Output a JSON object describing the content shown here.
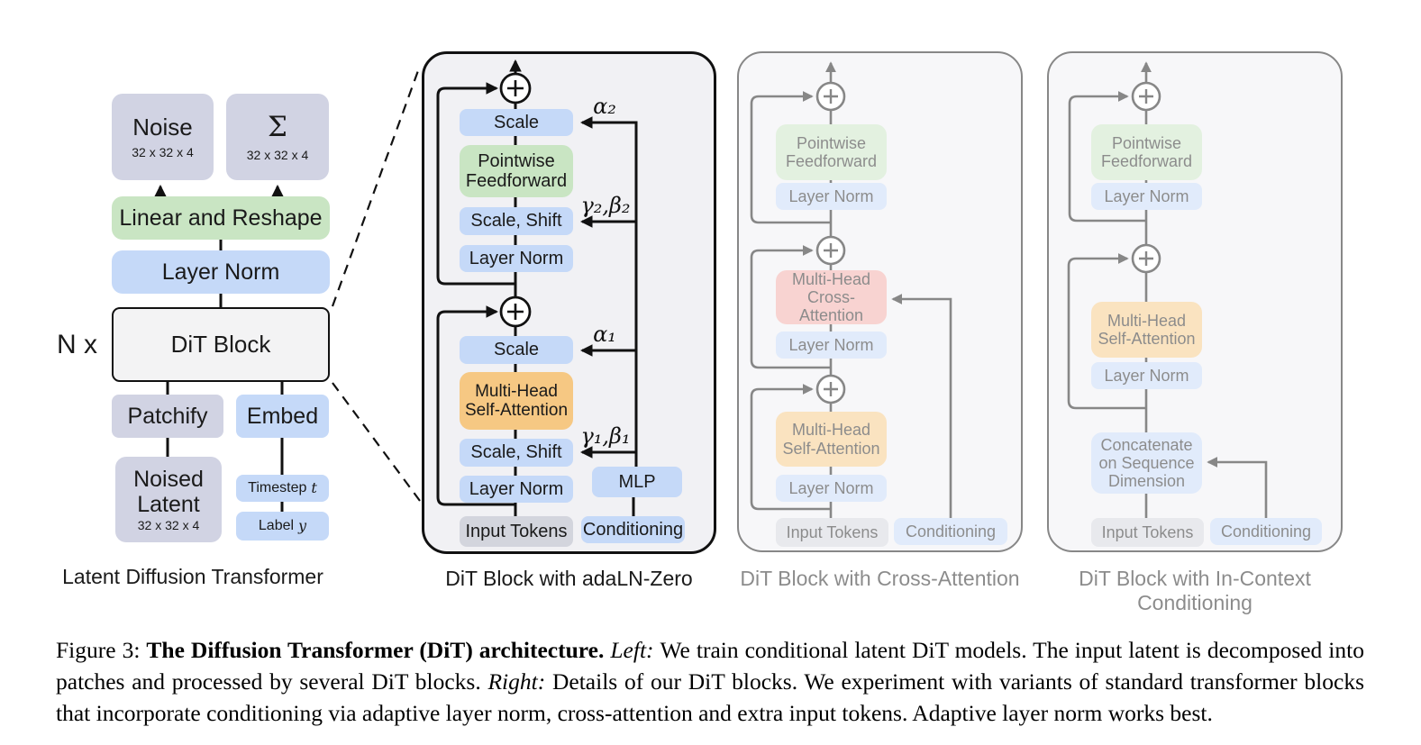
{
  "palette": {
    "box_blue": "#c5d9f8",
    "box_green": "#c9e5c3",
    "box_orange": "#f6c883",
    "box_red": "#f2a9a4",
    "box_lavender": "#d1d3e3",
    "box_gray": "#d3d5dd",
    "panel_bg": "#f1f1f4",
    "dit_bg": "#f3f3f4",
    "line_dark": "#111111"
  },
  "left_panel": {
    "caption": "Latent Diffusion Transformer",
    "repeat_label": "N x",
    "noise": {
      "title": "Noise",
      "dims": "32 x 32 x 4"
    },
    "sigma": {
      "title": "Σ",
      "dims": "32 x 32 x 4"
    },
    "linear_reshape": "Linear and Reshape",
    "layer_norm": "Layer Norm",
    "dit_block": "DiT Block",
    "patchify": "Patchify",
    "embed": "Embed",
    "noised_latent": {
      "title": "Noised Latent",
      "dims": "32 x 32 x 4"
    },
    "timestep": {
      "text": "Timestep",
      "var": "t"
    },
    "label": {
      "text": "Label",
      "var": "y"
    }
  },
  "adaln_panel": {
    "caption": "DiT Block with adaLN-Zero",
    "scale_top": "Scale",
    "pointwise_feedforward": "Pointwise Feedforward",
    "scale_shift_top": "Scale, Shift",
    "layer_norm_top": "Layer Norm",
    "alpha2": "α₂",
    "gamma_beta2": "γ₂,β₂",
    "scale_bottom": "Scale",
    "mhsa": "Multi-Head Self-Attention",
    "scale_shift_bottom": "Scale, Shift",
    "layer_norm_bottom": "Layer Norm",
    "alpha1": "α₁",
    "gamma_beta1": "γ₁,β₁",
    "input_tokens": "Input Tokens",
    "mlp": "MLP",
    "conditioning": "Conditioning"
  },
  "cross_panel": {
    "caption": "DiT Block with Cross-Attention",
    "pointwise_feedforward": "Pointwise Feedforward",
    "layer_norm_top": "Layer Norm",
    "mhca": "Multi-Head Cross-Attention",
    "layer_norm_mid": "Layer Norm",
    "mhsa": "Multi-Head Self-Attention",
    "layer_norm_bottom": "Layer Norm",
    "input_tokens": "Input Tokens",
    "conditioning": "Conditioning"
  },
  "incontext_panel": {
    "caption": "DiT Block with In-Context Conditioning",
    "pointwise_feedforward": "Pointwise Feedforward",
    "layer_norm_top": "Layer Norm",
    "mhsa": "Multi-Head Self-Attention",
    "layer_norm_bottom": "Layer Norm",
    "concat": "Concatenate on Sequence Dimension",
    "input_tokens": "Input Tokens",
    "conditioning": "Conditioning"
  },
  "figure_caption": {
    "prefix": "Figure 3: ",
    "bold": "The Diffusion Transformer (DiT) architecture. ",
    "left_label": "Left: ",
    "left_text": "We train conditional latent DiT models. The input latent is decomposed into patches and processed by several DiT blocks. ",
    "right_label": "Right: ",
    "right_text": "Details of our DiT blocks. We experiment with variants of standard transformer blocks that incorporate conditioning via adaptive layer norm, cross-attention and extra input tokens. Adaptive layer norm works best."
  }
}
